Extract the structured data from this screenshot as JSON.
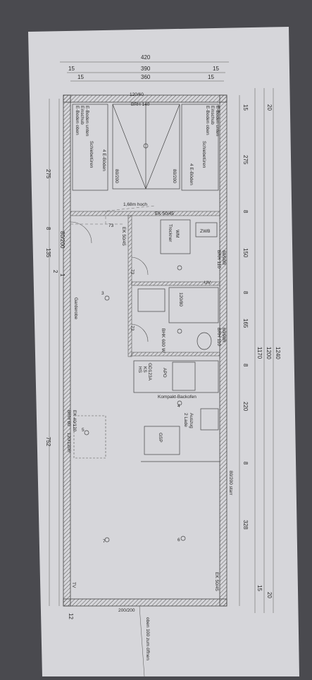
{
  "colors": {
    "paper": "#d9d9dd",
    "ink": "#3a3a3a",
    "background": "#4a4a4f"
  },
  "top_dims": [
    "420",
    "15",
    "390",
    "15",
    "15",
    "360",
    "15"
  ],
  "left_dims": [
    "275",
    "8",
    "135",
    "80/200",
    "752",
    "2",
    "1",
    "12"
  ],
  "right_dims_inner": [
    "15",
    "275",
    "8",
    "150",
    "8",
    "165",
    "8",
    "220",
    "8",
    "328",
    "15"
  ],
  "right_dims_outer": [
    "20",
    "1240",
    "1200",
    "1170",
    "20"
  ],
  "labels": {
    "window_top": "120/60",
    "brh_top": "BRH 140",
    "bunk_left_1": "E-Boden oben",
    "bunk_left_2": "Einschub",
    "bunk_left_3": "E-Boden unten",
    "bunk_left_4": "Schiebetüren",
    "bunk_left_5": "4 E-Böden",
    "bunk_right_1": "E-Boden oben",
    "bunk_right_2": "Einschub",
    "bunk_right_3": "E-Boden unten",
    "bunk_right_4": "Schiebetüren",
    "bunk_right_5": "4 E-Böden",
    "door_left": "80/200",
    "door_right": "80/200",
    "height_note": "1,68m hoch",
    "ek_top": "EK 50/45",
    "num_73a": "73",
    "ek_mid": "EK 50/45",
    "wm": "WM",
    "trockner": "Trockner",
    "zwb": "ZWB",
    "brh_right1": "60/90R",
    "brh_right2": "BRH 110",
    "uv": "UV",
    "num_73b": "73",
    "num_73c": "73",
    "shower": "120/80",
    "brh_right3": "60/90R",
    "brh_right4": "BRH 110",
    "num_3": "3",
    "garderobe": "Garderobe",
    "bhk": "BHK 600 W",
    "hs": "HS",
    "ks": "KS",
    "gd": "GD123A",
    "apo": "APO",
    "backofen": "Kompakt-Backofen",
    "num_4": "4",
    "lade": "2 Lade",
    "auszug": "Auszug",
    "gsp": "GSP",
    "brh_80": "BRH 80",
    "ek_40": "EK 40/120",
    "win_120": "120/120R",
    "num_5": "5",
    "door_starr": "80/200 starr",
    "num_6": "6",
    "num_7": "7",
    "tv": "TV",
    "ek_bottom": "EK 50/45",
    "win_bottom": "200/200",
    "bottom_note": "oben 100 zum öffnen"
  }
}
